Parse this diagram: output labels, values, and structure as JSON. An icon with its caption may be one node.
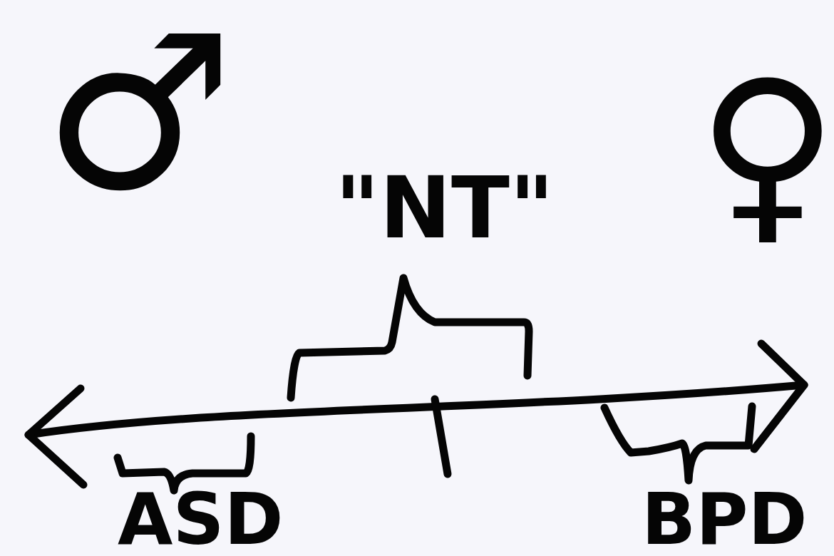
{
  "diagram": {
    "labels": [
      "♂",
      "♀",
      "\"NT\"",
      "ASD",
      "BPD"
    ]
  }
}
